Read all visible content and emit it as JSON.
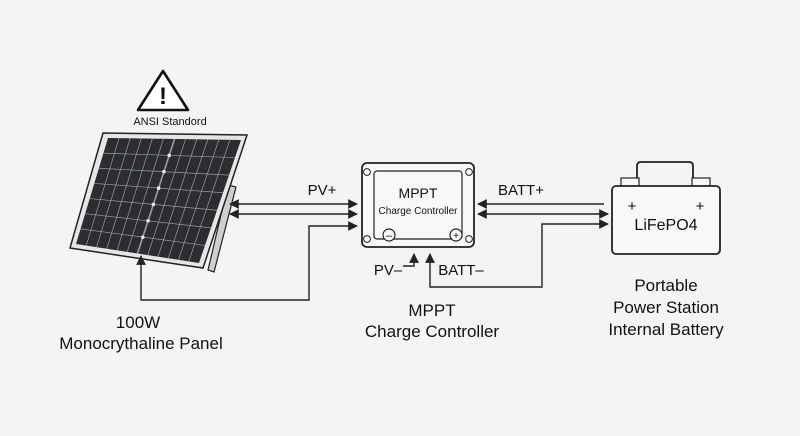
{
  "warning": {
    "symbol": "!",
    "label": "ANSI Standord"
  },
  "panel": {
    "line1": "100W",
    "line2": "Monocrythaline Panel"
  },
  "controller": {
    "box_title": "MPPT",
    "box_subtitle": "Charge Controller",
    "caption_line1": "MPPT",
    "caption_line2": "Charge Controller",
    "terminal_pv": "PV–",
    "terminal_batt": "BATT–",
    "minus_symbol": "–",
    "plus_symbol": "+"
  },
  "wires": {
    "pv_plus": "PV+",
    "batt_plus": "BATT+"
  },
  "battery": {
    "label": "LiFePO4",
    "plus_left": "+",
    "plus_right": "+",
    "caption_line1": "Portable",
    "caption_line2": "Power Station",
    "caption_line3": "Internal Battery"
  },
  "colors": {
    "line": "#222222",
    "panel_cell": "#2b2d30",
    "background": "#f4f4f2"
  }
}
